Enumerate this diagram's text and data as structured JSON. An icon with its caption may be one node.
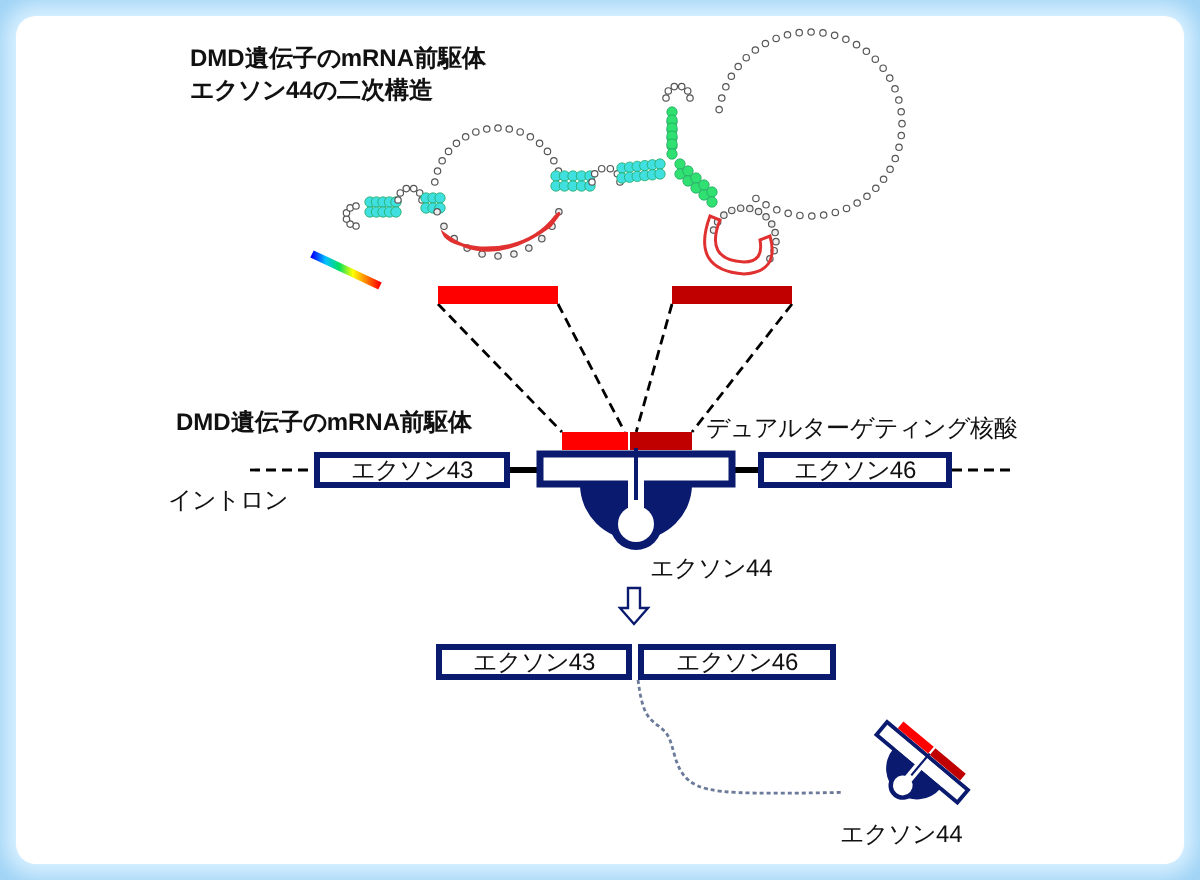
{
  "diagram": {
    "title": "DMD遺伝子のmRNA前駆体エクソン44の二次構造",
    "nodes": [
      {
        "text": [],
        "shape": "bar"
      },
      {
        "text": [],
        "shape": "bar"
      },
      {
        "text": [
          "エクソン43"
        ]
      },
      {
        "text": [],
        "shape": "bar"
      },
      {
        "text": [],
        "shape": "bar"
      },
      {
        "text": [],
        "shape": "hairpin",
        "beside": [
          "エクソン44"
        ]
      },
      {
        "text": [
          "エクソン46"
        ]
      },
      {
        "text": [
          "エクソン43"
        ]
      },
      {
        "text": [
          "エクソン46"
        ]
      },
      {
        "text": [],
        "shape": "hairpin",
        "beside": [
          "エクソン44"
        ]
      }
    ],
    "edges": [
      {
        "from": 0,
        "to": 3,
        "arrow": "none",
        "style": "dashed"
      },
      {
        "from": 0,
        "to": 3,
        "arrow": "none",
        "style": "dashed"
      },
      {
        "from": 1,
        "to": 4,
        "arrow": "none",
        "style": "dashed"
      },
      {
        "from": 1,
        "to": 4,
        "arrow": "none",
        "style": "dashed"
      },
      {
        "from": 2,
        "to": 5,
        "arrow": "none",
        "style": "thick"
      },
      {
        "from": 5,
        "to": 6,
        "arrow": "none",
        "style": "thick"
      },
      {
        "from": null,
        "to": 2,
        "arrow": "none",
        "style": "dashed"
      },
      {
        "from": 6,
        "to": null,
        "arrow": "none",
        "style": "dashed"
      },
      {
        "from": 8,
        "to": 9,
        "arrow": "none",
        "style": "dashed",
        "color": "#6b7a99"
      }
    ],
    "labels": [
      "DMD遺伝子のmRNA前駆体",
      "デュアルターゲティング核酸",
      "イントロン"
    ]
  }
}
